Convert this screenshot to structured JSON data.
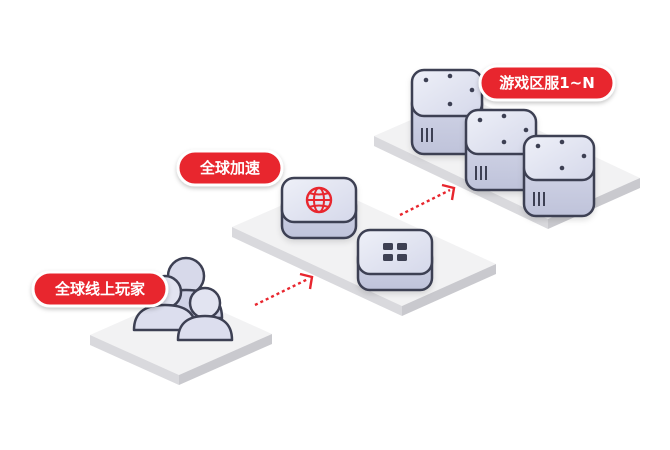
{
  "labels": {
    "players": "全球线上玩家",
    "acceleration": "全球加速",
    "servers": "游戏区服1~N"
  },
  "colors": {
    "accent": "#e8262e",
    "platform": "#f1f1f1",
    "platform_edge": "#d5d5d8",
    "node_top": "#dfe1ef",
    "node_side": "#c9cce0",
    "outline": "#3d4053",
    "arrow": "#e8262e"
  },
  "icons": {
    "players": "user-group-icon",
    "acceleration_node_1": "globe-icon",
    "acceleration_node_2": "grid-icon",
    "servers": "server-icon"
  }
}
